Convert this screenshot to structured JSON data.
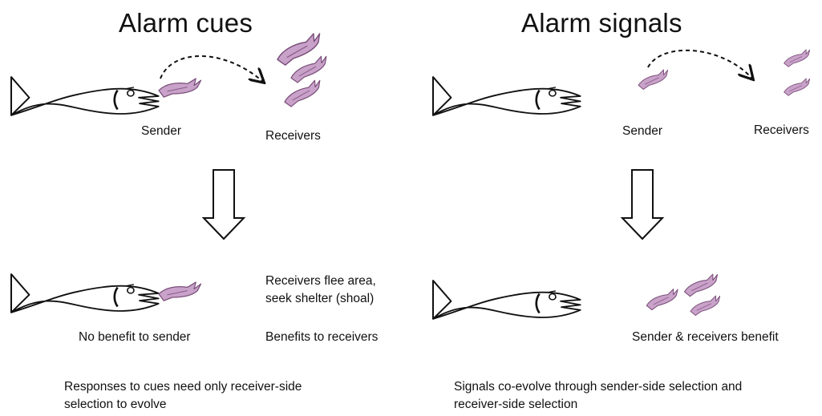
{
  "left": {
    "title": "Alarm cues",
    "sender_label": "Sender",
    "receivers_label": "Receivers",
    "response_line1": "Receivers flee area,",
    "response_line2": "seek shelter (shoal)",
    "outcome_sender": "No benefit to sender",
    "outcome_receivers": "Benefits to receivers",
    "footer_line1": "Responses to cues need only receiver-side",
    "footer_line2": "selection to evolve"
  },
  "right": {
    "title": "Alarm signals",
    "sender_label": "Sender",
    "receivers_label": "Receivers",
    "outcome": "Sender & receivers benefit",
    "footer_line1": "Signals co-evolve through sender-side selection and",
    "footer_line2": "receiver-side selection"
  },
  "colors": {
    "prey": "#c9a2c9",
    "prey_stroke": "#7a4f7a",
    "line": "#111111"
  },
  "icons": {
    "predator": "predator-fish-icon",
    "prey": "prey-fish-icon",
    "arrow": "down-arrow-icon"
  }
}
